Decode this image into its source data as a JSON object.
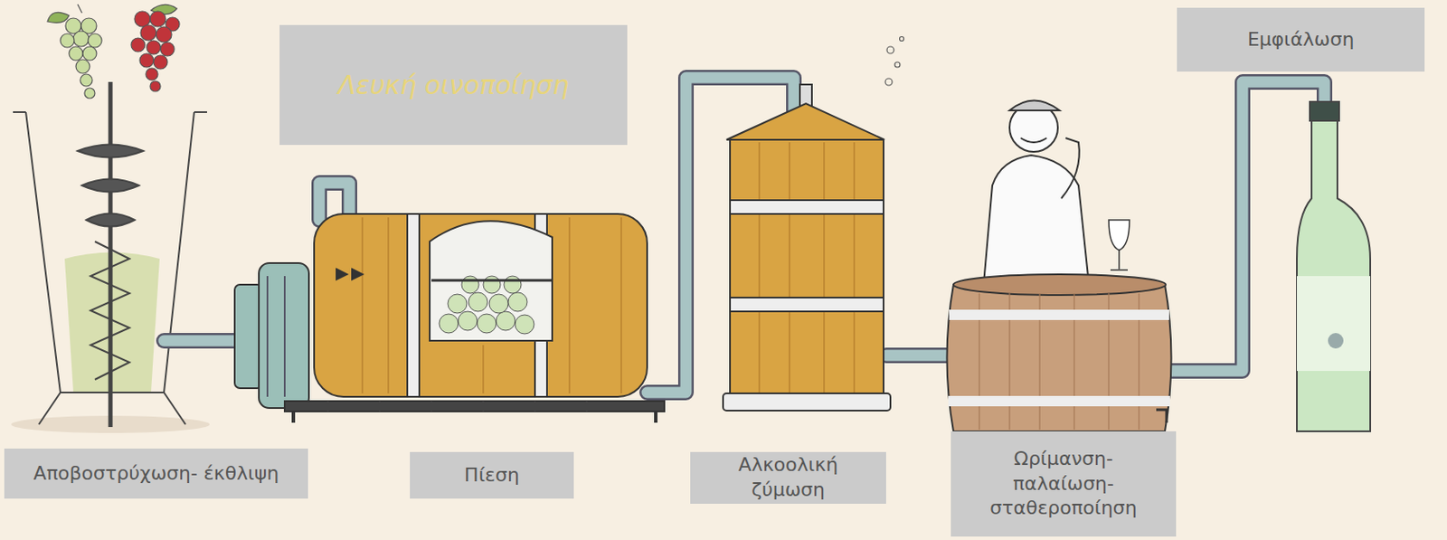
{
  "diagram": {
    "title": "Λευκή οινοποίηση",
    "nodes": [
      {
        "text": [
          "Αποβοστρύχωση- έκθλιψη"
        ]
      },
      {
        "text": [
          "Πίεση"
        ]
      },
      {
        "text": [
          "Αλκοολική ζύμωση"
        ]
      },
      {
        "text": [
          "Ωρίμανση- παλαίωση- σταθεροποίηση"
        ]
      },
      {
        "text": [
          "Εμφιάλωση"
        ]
      }
    ]
  }
}
